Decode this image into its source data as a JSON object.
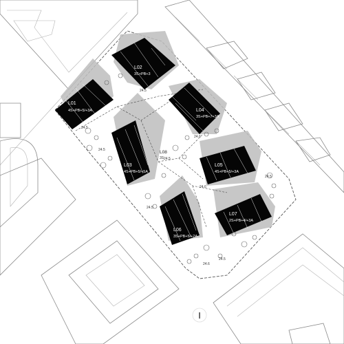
{
  "buildings": [
    {
      "id": "L01",
      "label": "L01",
      "spec": "4S+PB+5/+3A"
    },
    {
      "id": "L02",
      "label": "L02",
      "spec": "3S+PB+3"
    },
    {
      "id": "L03",
      "label": "L03",
      "spec": "4S+PB+5/+5A"
    },
    {
      "id": "L04",
      "label": "L04",
      "spec": "3S+PB+7+3A"
    },
    {
      "id": "L05",
      "label": "L05",
      "spec": "4S+PB+5/+3A"
    },
    {
      "id": "L06",
      "label": "L06",
      "spec": "3S+PB+5/+2A"
    },
    {
      "id": "L07",
      "label": "L07",
      "spec": "2S+PB+4/+3A"
    }
  ],
  "courtyard": {
    "label": "L08",
    "sublabel": "3S"
  },
  "elevations": [
    "24.5",
    "24.5",
    "24.5",
    "24.6",
    "24.5",
    "24.5",
    "24.6",
    "24.5",
    "24.5",
    "24.6"
  ],
  "north_marker": "I"
}
